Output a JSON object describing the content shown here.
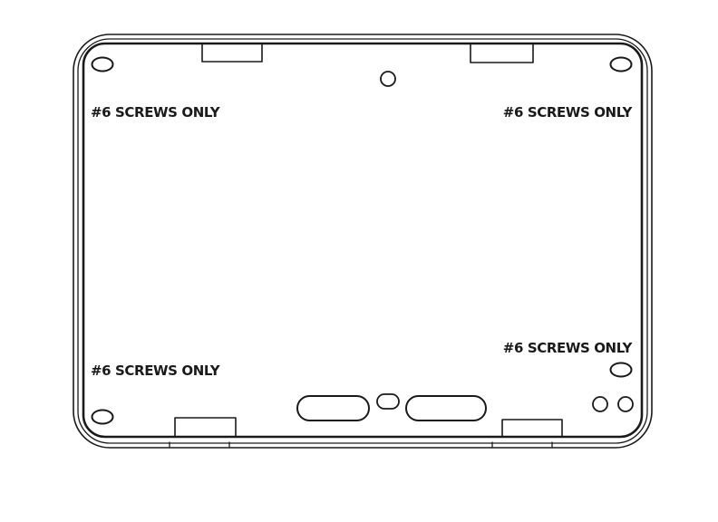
{
  "diagram": {
    "colors": {
      "line": "#1a1a1a",
      "background": "#ffffff"
    },
    "labels": {
      "top_left": "#6 SCREWS ONLY",
      "top_right": "#6 SCREWS ONLY",
      "bottom_left": "#6 SCREWS ONLY",
      "bottom_right": "#6 SCREWS ONLY"
    }
  }
}
